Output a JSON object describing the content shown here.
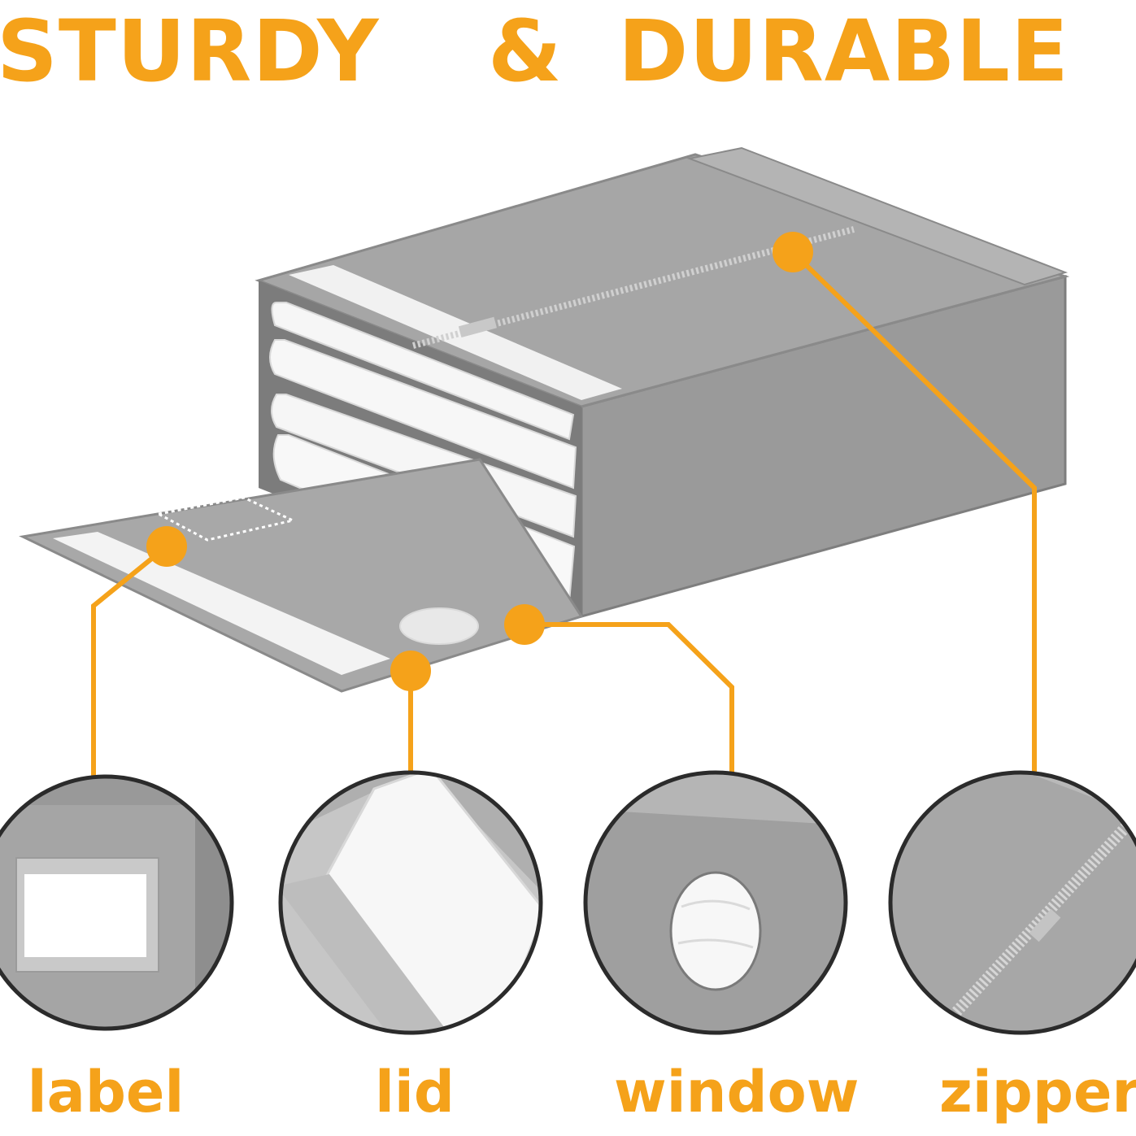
{
  "headline": {
    "left": "STURDY",
    "amp": "&",
    "right": "DURABLE"
  },
  "features": [
    {
      "key": "label",
      "caption": "label",
      "icon": "label-pocket-icon"
    },
    {
      "key": "lid",
      "caption": "lid",
      "icon": "lid-strap-icon"
    },
    {
      "key": "window",
      "caption": "window",
      "icon": "window-hole-icon"
    },
    {
      "key": "zipper",
      "caption": "zipper",
      "icon": "zipper-icon"
    }
  ],
  "colors": {
    "accent": "#F5A21A",
    "fabric": "#A3A3A3",
    "fabric_dark": "#8C8C8C",
    "bedding": "#F4F4F4"
  }
}
